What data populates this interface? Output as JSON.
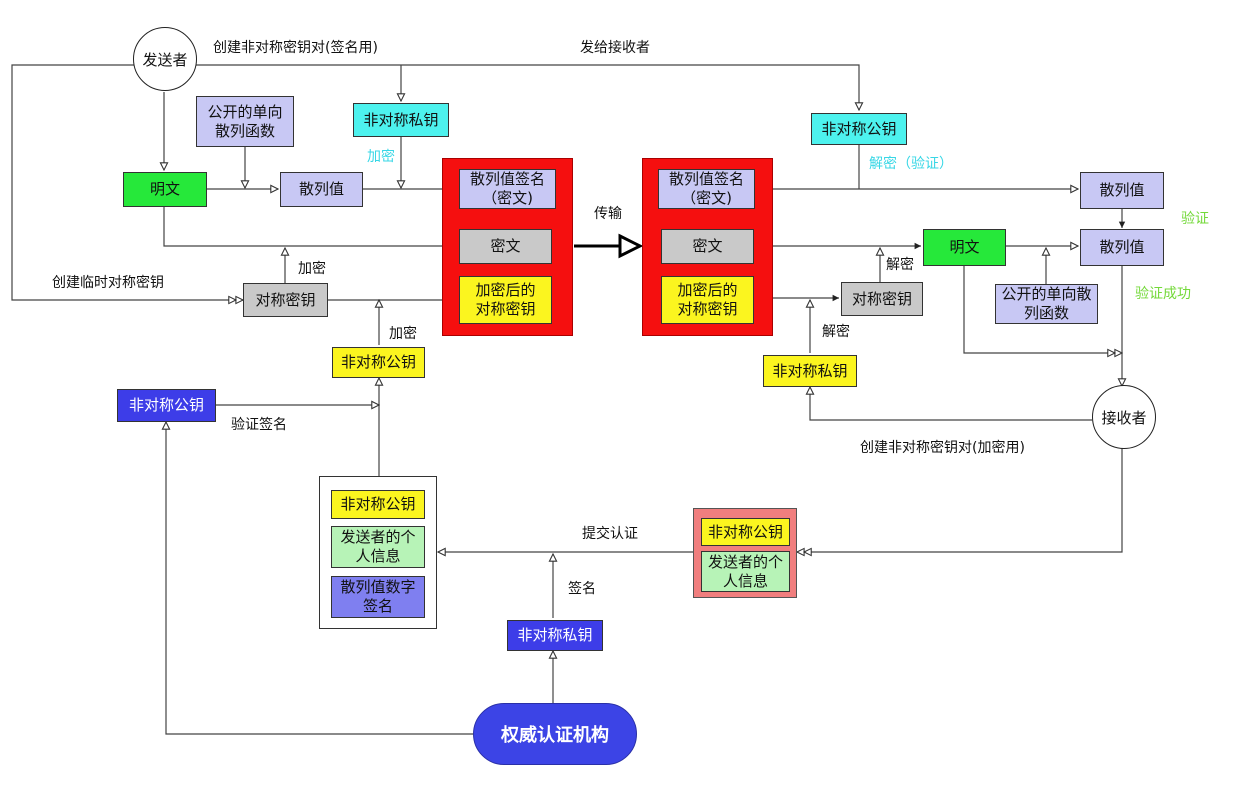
{
  "sender": "发送者",
  "receiver": "接收者",
  "authority": "权威认证机构",
  "labels": {
    "create_keypair_sign": "创建非对称密钥对(签名用)",
    "send_to_receiver": "发给接收者",
    "encrypt_1": "加密",
    "transmit": "传输",
    "decrypt_verify": "解密（验证）",
    "verify": "验证",
    "verify_success": "验证成功",
    "create_temp_key": "创建临时对称密钥",
    "encrypt_2": "加密",
    "encrypt_3": "加密",
    "decrypt_1": "解密",
    "decrypt_2": "解密",
    "verify_signature": "验证签名",
    "create_keypair_encrypt": "创建非对称密钥对(加密用)",
    "submit_cert": "提交认证",
    "sign": "签名"
  },
  "sender_side": {
    "hash_func": "公开的单向\n散列函数",
    "private_key": "非对称私钥",
    "plaintext": "明文",
    "hash_value": "散列值",
    "sym_key": "对称密钥",
    "receiver_pubkey": "非对称公钥"
  },
  "packet_left": {
    "signature": "散列值签名\n（密文)",
    "ciphertext": "密文",
    "enc_key": "加密后的\n对称密钥"
  },
  "packet_right": {
    "signature": "散列值签名\n（密文)",
    "ciphertext": "密文",
    "enc_key": "加密后的\n对称密钥"
  },
  "receiver_side": {
    "public_key": "非对称公钥",
    "hash_value_1": "散列值",
    "hash_value_2": "散列值",
    "plaintext": "明文",
    "sym_key": "对称密钥",
    "hash_func": "公开的单向散\n列函数",
    "private_key": "非对称私钥"
  },
  "certificate": {
    "public_key": "非对称公钥",
    "info": "发送者的个\n人信息",
    "signature": "散列值数字\n签名"
  },
  "request": {
    "public_key": "非对称公钥",
    "info": "发送者的个\n人信息"
  },
  "ca": {
    "public_key": "非对称公钥",
    "private_key": "非对称私钥"
  }
}
